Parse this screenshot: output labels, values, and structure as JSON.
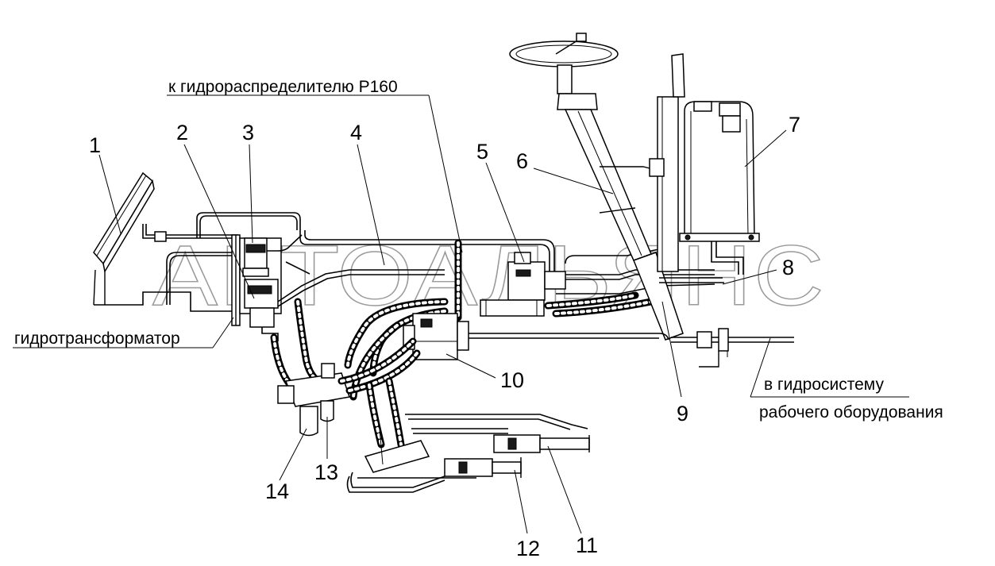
{
  "captions": {
    "to_distributor": "к гидрораспределителю Р160",
    "torque_converter": "гидротрансформатор",
    "to_hydraulic_system_line1": "в гидросистему",
    "to_hydraulic_system_line2": "рабочего оборудования"
  },
  "watermark": "АВТОАЛЬЯНС",
  "labels": [
    "1",
    "2",
    "3",
    "4",
    "5",
    "6",
    "7",
    "8",
    "9",
    "10",
    "11",
    "12",
    "13",
    "14"
  ],
  "colors": {
    "line": "#000000",
    "background": "#ffffff",
    "watermark": "#9a9a9a"
  }
}
